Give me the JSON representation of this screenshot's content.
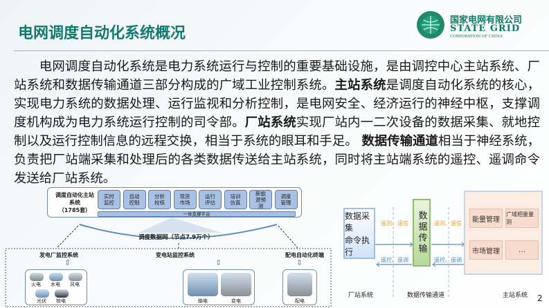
{
  "header": {
    "title": "电网调度自动化系统概况",
    "logo_cn": "国家电网有限公司",
    "logo_en": "STATE GRID",
    "logo_sub": "CORPORATION OF CHINA"
  },
  "paragraph": [
    {
      "t": "电网调度自动化系统是电力系统运行与控制的重要基础设施，是由调控中心主站系统、厂站系统和数据传输通道三部分构成的广域工业控制系统。",
      "b": false
    },
    {
      "t": "主站系统",
      "b": true
    },
    {
      "t": "是调度自动化系统的核心，实现电力系统的数据处理、运行监视和分析控制，是电网安全、经济运行的神经中枢，支撑调度机构成为电力系统运行控制的司令部。",
      "b": false
    },
    {
      "t": "厂站系统",
      "b": true
    },
    {
      "t": "实现厂站内一二次设备的数据采集、就地控制以及运行控制信息的远程交换，相当于系统的眼耳和手足。 ",
      "b": false
    },
    {
      "t": "数据传输通道",
      "b": true
    },
    {
      "t": "相当于神经系统，负责把厂站端采集和处理后的各类数据传送给主站系统，同时将主站端系统的遥控、遥调命令发送给厂站系统。",
      "b": false
    }
  ],
  "left_diagram": {
    "master_label": "调度自动化主站系统",
    "master_count": "（1785套）",
    "modules": [
      "实时监控",
      "自动控制",
      "分析校核",
      "现货市场",
      "运行评估",
      "培训仿真",
      "新能源预测",
      "调度管理"
    ],
    "platform": "一体支撑平台",
    "network": "调度数据网（节点7.9万个）",
    "groups": [
      {
        "label": "发电厂监控系统",
        "items": [
          "火电",
          "水电",
          "风电",
          "光伏",
          "核电"
        ]
      },
      {
        "label": "变电站监控系统",
        "items": [
          "输电",
          "变电"
        ]
      },
      {
        "label": "配电自动化终端",
        "items": [
          "配电"
        ]
      }
    ]
  },
  "right_diagram": {
    "station_box": [
      "数据采集",
      "命令执行"
    ],
    "channel_box": "数据传输",
    "up_labels": [
      "遥测、遥信",
      "遥测、遥信"
    ],
    "down_labels": [
      "遥控、遥调",
      "遥控、遥调"
    ],
    "master_items": [
      "能量管理",
      "广域相量量测",
      "市场管理",
      "…"
    ],
    "captions": [
      "厂站系统",
      "数据传输通道",
      "主站系统"
    ]
  },
  "page_number": "2",
  "colors": {
    "title": "#137a70",
    "accent_orange": "#e8a23a",
    "accent_blue": "#5a8cc0"
  }
}
